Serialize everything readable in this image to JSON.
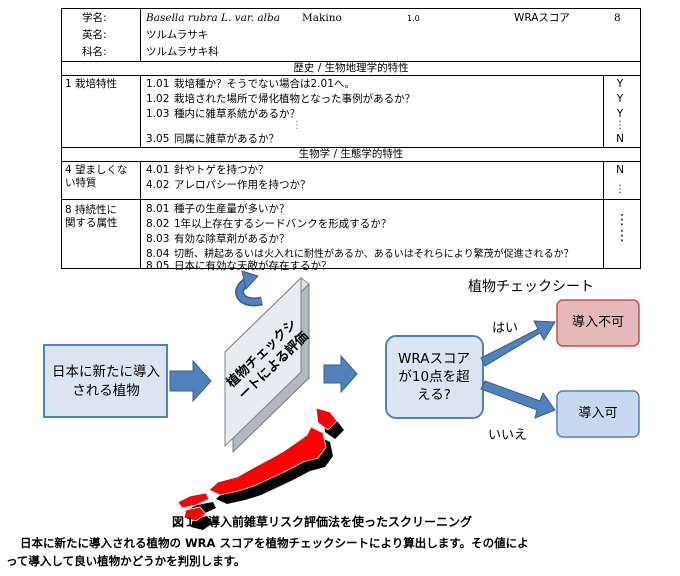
{
  "sheet": {
    "header": {
      "scientific_name_label": "学名:",
      "scientific_name": "Basella rubra L. var. alba",
      "author": "Makino",
      "version": "1.0",
      "wra_score_label": "WRAスコア",
      "wra_score": "8",
      "english_name_label": "英名:",
      "english_name": "ツルムラサキ",
      "family_label": "科名:",
      "family": "ツルムラサキ科"
    },
    "sections": [
      {
        "title": "歴史 / 生物地理学的特性",
        "category": [
          "1 栽培特性"
        ],
        "items": [
          {
            "code": "1.01",
            "text": "栽培種か？そうでない場合は2.01へ。",
            "answer": "Y"
          },
          {
            "code": "1.02",
            "text": "栽培された場所で帰化植物となった事例があるか？",
            "answer": "Y"
          },
          {
            "code": "1.03",
            "text": "種内に雑草系統があるか？",
            "answer": "Y"
          },
          {
            "code": "3.05",
            "text": "同属に雑草があるか？",
            "answer": "N"
          }
        ]
      },
      {
        "title": "生物学 / 生態学的特性",
        "category": [
          "4 望ましくな",
          "い特質"
        ],
        "items": [
          {
            "code": "4.01",
            "text": "針やトゲを持つか？",
            "answer": "N"
          },
          {
            "code": "4.02",
            "text": "アレロパシー作用を持つか？",
            "answer": ""
          }
        ]
      },
      {
        "title": "",
        "category": [
          "8 持続性に",
          "関する属性"
        ],
        "items": [
          {
            "code": "8.01",
            "text": "種子の生産量が多いか？"
          },
          {
            "code": "8.02",
            "text": "1年以上存在するシードバンクを形成するか？"
          },
          {
            "code": "8.03",
            "text": "有効な除草剤があるか？"
          },
          {
            "code": "8.04",
            "text": "切断、耕起あるいは火入れに耐性があるか、あるいはそれらにより繁茂が促進されるか？"
          },
          {
            "code": "8.05",
            "text": "日本に有効な天敵が存在するか？"
          }
        ]
      }
    ],
    "ellipsis": "⋮"
  },
  "flow": {
    "sheet_label": "植物チェックシート",
    "start_box": "日本に新たに導入される植物",
    "evaluation_panel": "植物チェックシートによる評価",
    "decision_box": "WRAスコアが10点を超える?",
    "yes_label": "はい",
    "no_label": "いいえ",
    "reject_box": "導入不可",
    "accept_box": "導入可"
  },
  "caption": {
    "title": "図１．導入前雑草リスク評価法を使ったスクリーニング",
    "body_line1": "日本に新たに導入される植物の WRA スコアを植物チェックシートにより算出します。その値によ",
    "body_line2": "って導入して良い植物かどうかを判別します。"
  },
  "colors": {
    "arrow_fill": "#4f81bd",
    "arrow_stroke": "#385d8a",
    "box_fill": "#dbe5f1",
    "box_stroke": "#4f81bd",
    "reject_fill": "#e6b9b8",
    "reject_stroke": "#c0504d",
    "accept_fill": "#c6d9f1",
    "japan_red": "#ff0000"
  }
}
